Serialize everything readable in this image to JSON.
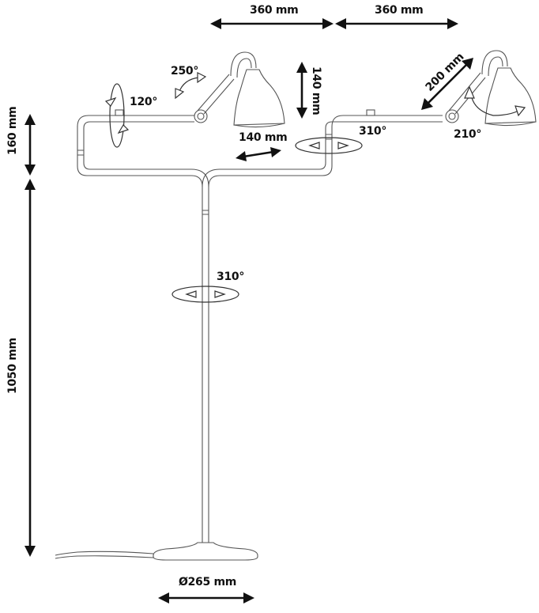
{
  "dimensions": {
    "top_left_width": "360 mm",
    "top_right_width": "360 mm",
    "arm_height_vertical": "140 mm",
    "arm_length_horizontal": "140 mm",
    "arm_length_diagonal": "200 mm",
    "upper_height": "160 mm",
    "stem_height": "1050 mm",
    "base_diameter": "Ø265 mm"
  },
  "rotations": {
    "left_head_tilt": "250°",
    "left_arm_rotation": "120°",
    "right_arm_rotation": "310°",
    "right_head_tilt": "210°",
    "stem_rotation": "310°"
  }
}
